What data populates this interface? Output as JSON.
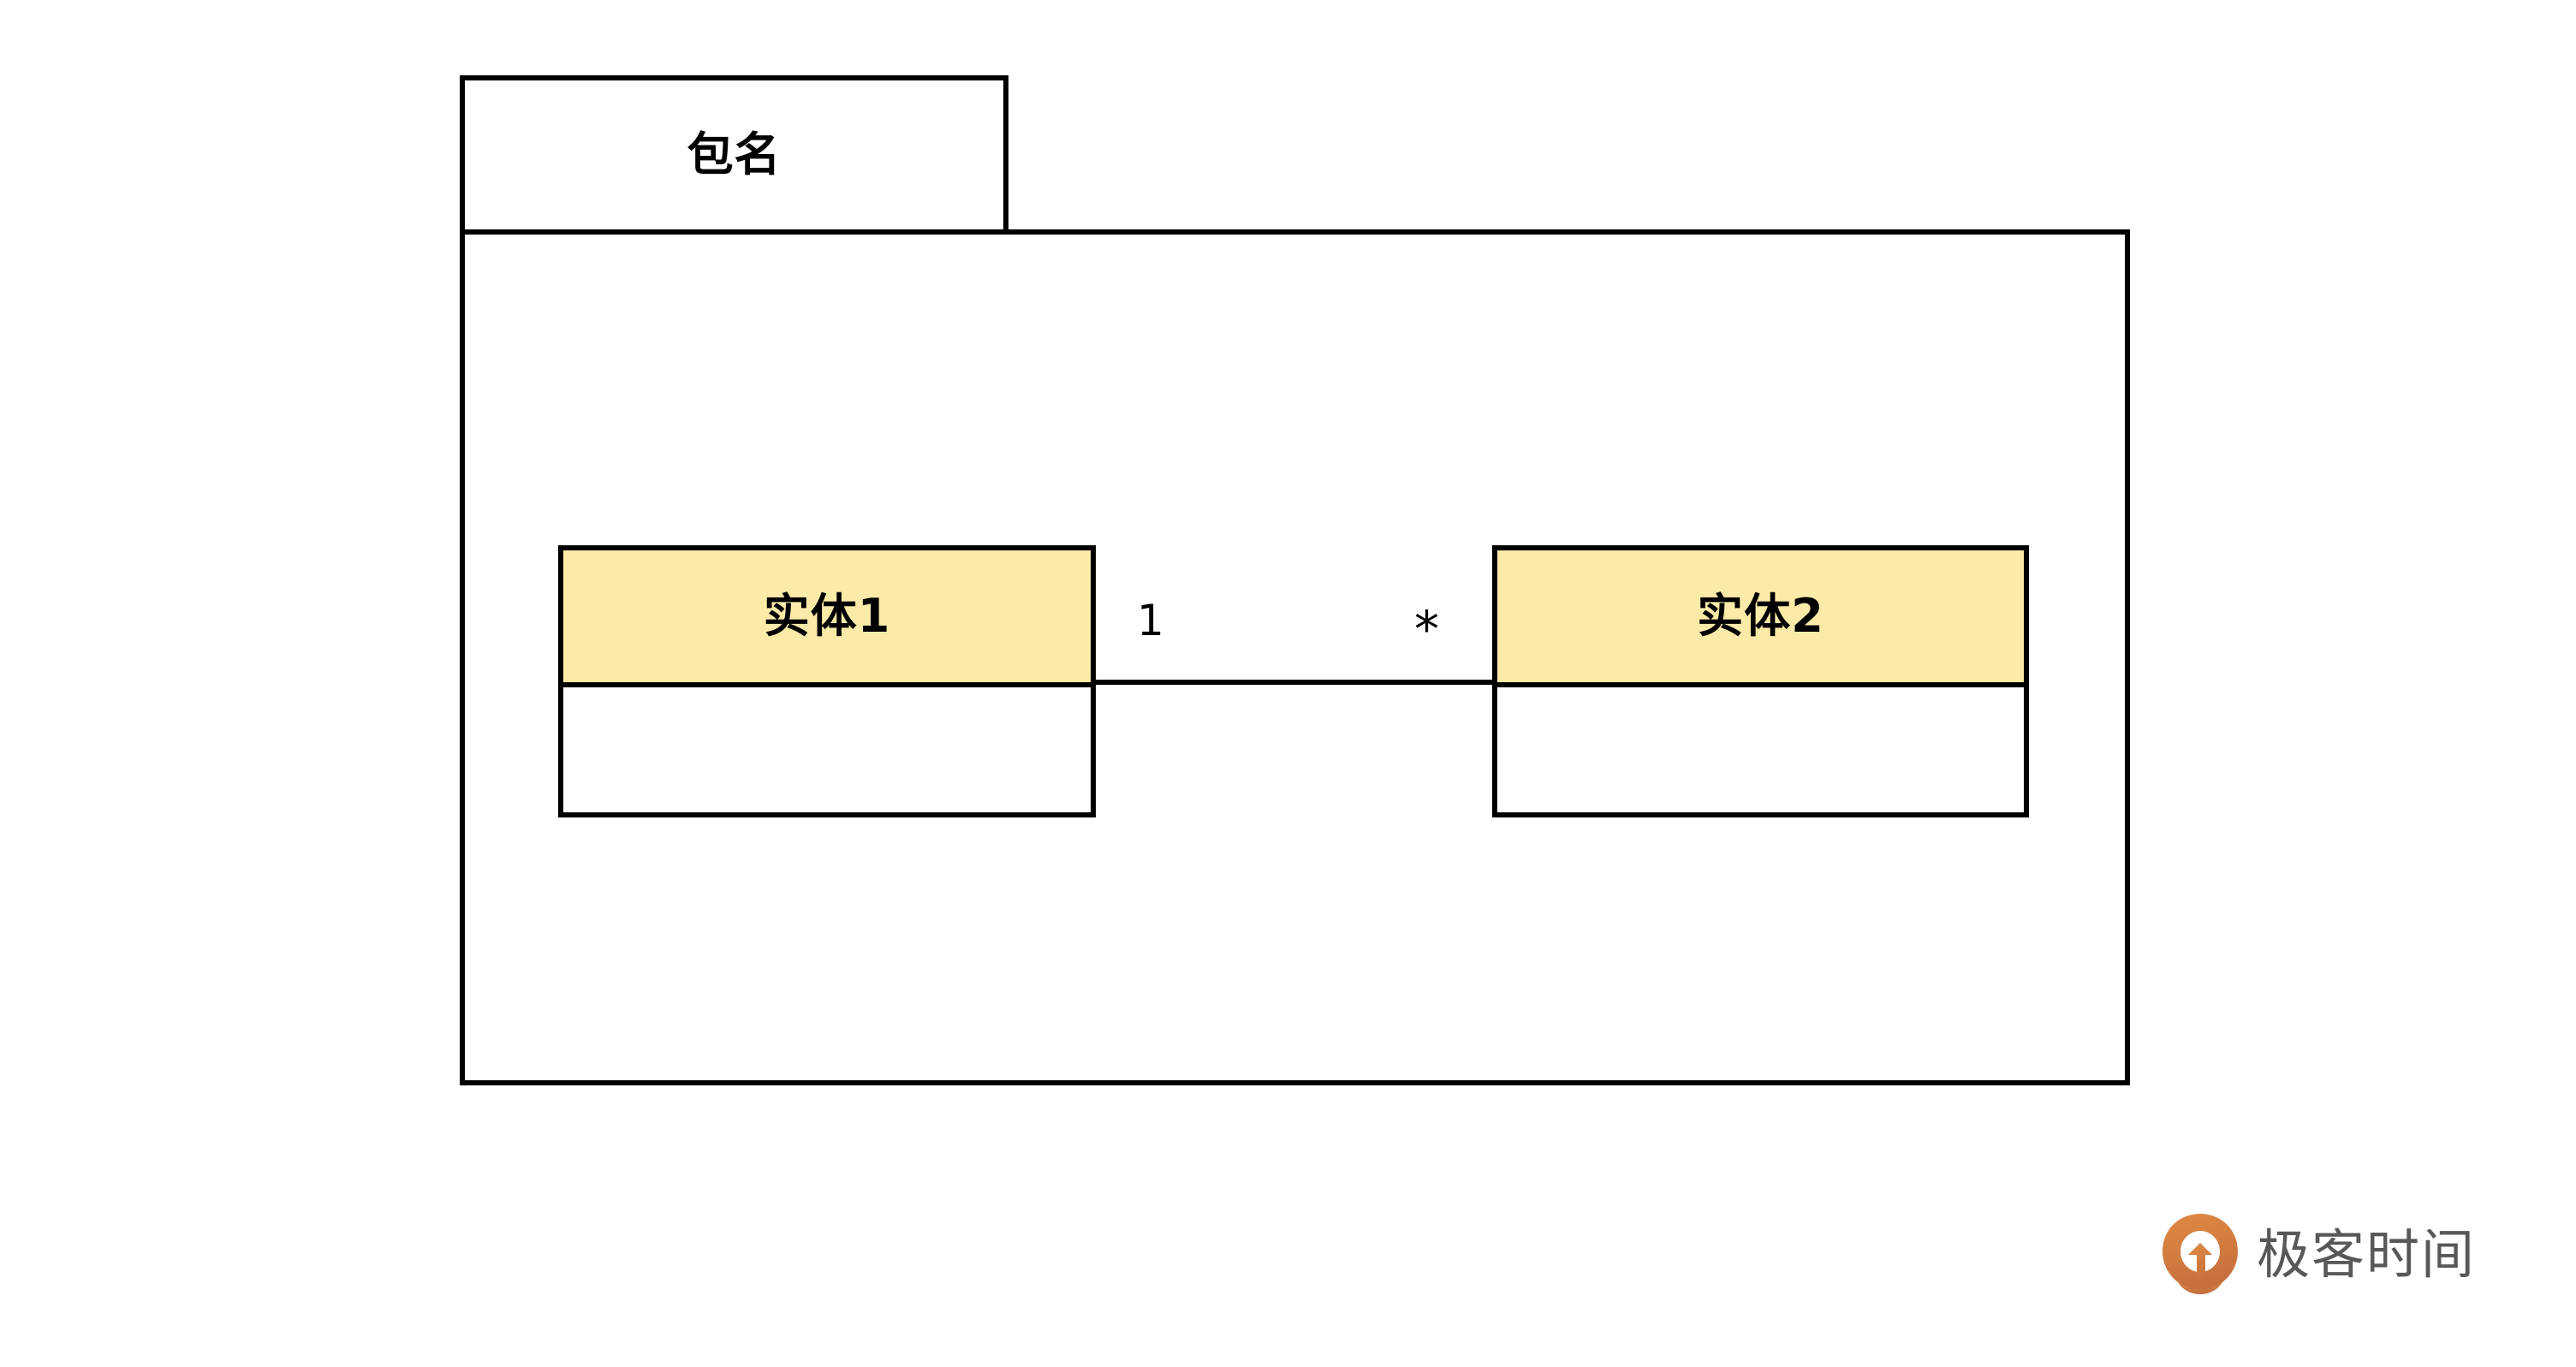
{
  "diagram": {
    "type": "uml-package-diagram",
    "package": {
      "name": "包名",
      "tab_label": "包名"
    },
    "entities": [
      {
        "id": "entity-1",
        "name": "实体1",
        "attributes": [],
        "header_fill": "#FCEBA8",
        "body_fill": "#FFFFFF",
        "border_color": "#000000"
      },
      {
        "id": "entity-2",
        "name": "实体2",
        "attributes": [],
        "header_fill": "#FCEBA8",
        "body_fill": "#FFFFFF",
        "border_color": "#000000"
      }
    ],
    "association": {
      "source": "实体1",
      "target": "实体2",
      "source_multiplicity": "1",
      "target_multiplicity": "*",
      "line_color": "#000000"
    }
  },
  "watermark": {
    "brand": "极客时间",
    "mark_color": "#D9803F",
    "text_color": "#58585A"
  },
  "colors": {
    "entity_header": "#FCEBA8",
    "stroke": "#000000",
    "background": "#FFFFFF",
    "brand_orange": "#D9803F",
    "brand_gray": "#58585A"
  }
}
